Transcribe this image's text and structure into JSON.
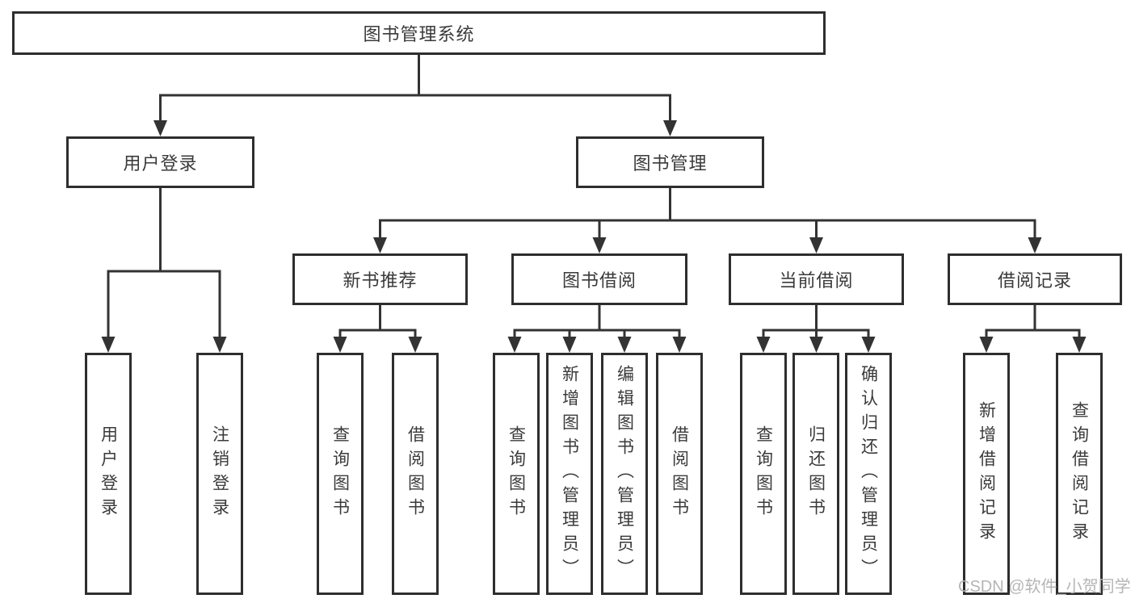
{
  "diagram": {
    "root_label": "图书管理系统",
    "branches": [
      {
        "label": "用户登录",
        "leaves": [
          "用户登录",
          "注销登录"
        ]
      },
      {
        "label": "图书管理",
        "groups": [
          {
            "label": "新书推荐",
            "leaves": [
              "查询图书",
              "借阅图书"
            ]
          },
          {
            "label": "图书借阅",
            "leaves": [
              "查询图书",
              "新增图书（管理员）",
              "编辑图书（管理员）",
              "借阅图书"
            ]
          },
          {
            "label": "当前借阅",
            "leaves": [
              "查询图书",
              "归还图书",
              "确认归还（管理员）"
            ]
          },
          {
            "label": "借阅记录",
            "leaves": [
              "新增借阅记录",
              "查询借阅记录"
            ]
          }
        ]
      }
    ]
  },
  "watermark": {
    "text": "CSDN @软件_小贺同学",
    "color": "#b5b5b5"
  },
  "colors": {
    "line": "#333333",
    "box_border": "#2e2e2e",
    "box_fill": "#ffffff",
    "text": "#3a3a3a",
    "background": "#ffffff"
  }
}
